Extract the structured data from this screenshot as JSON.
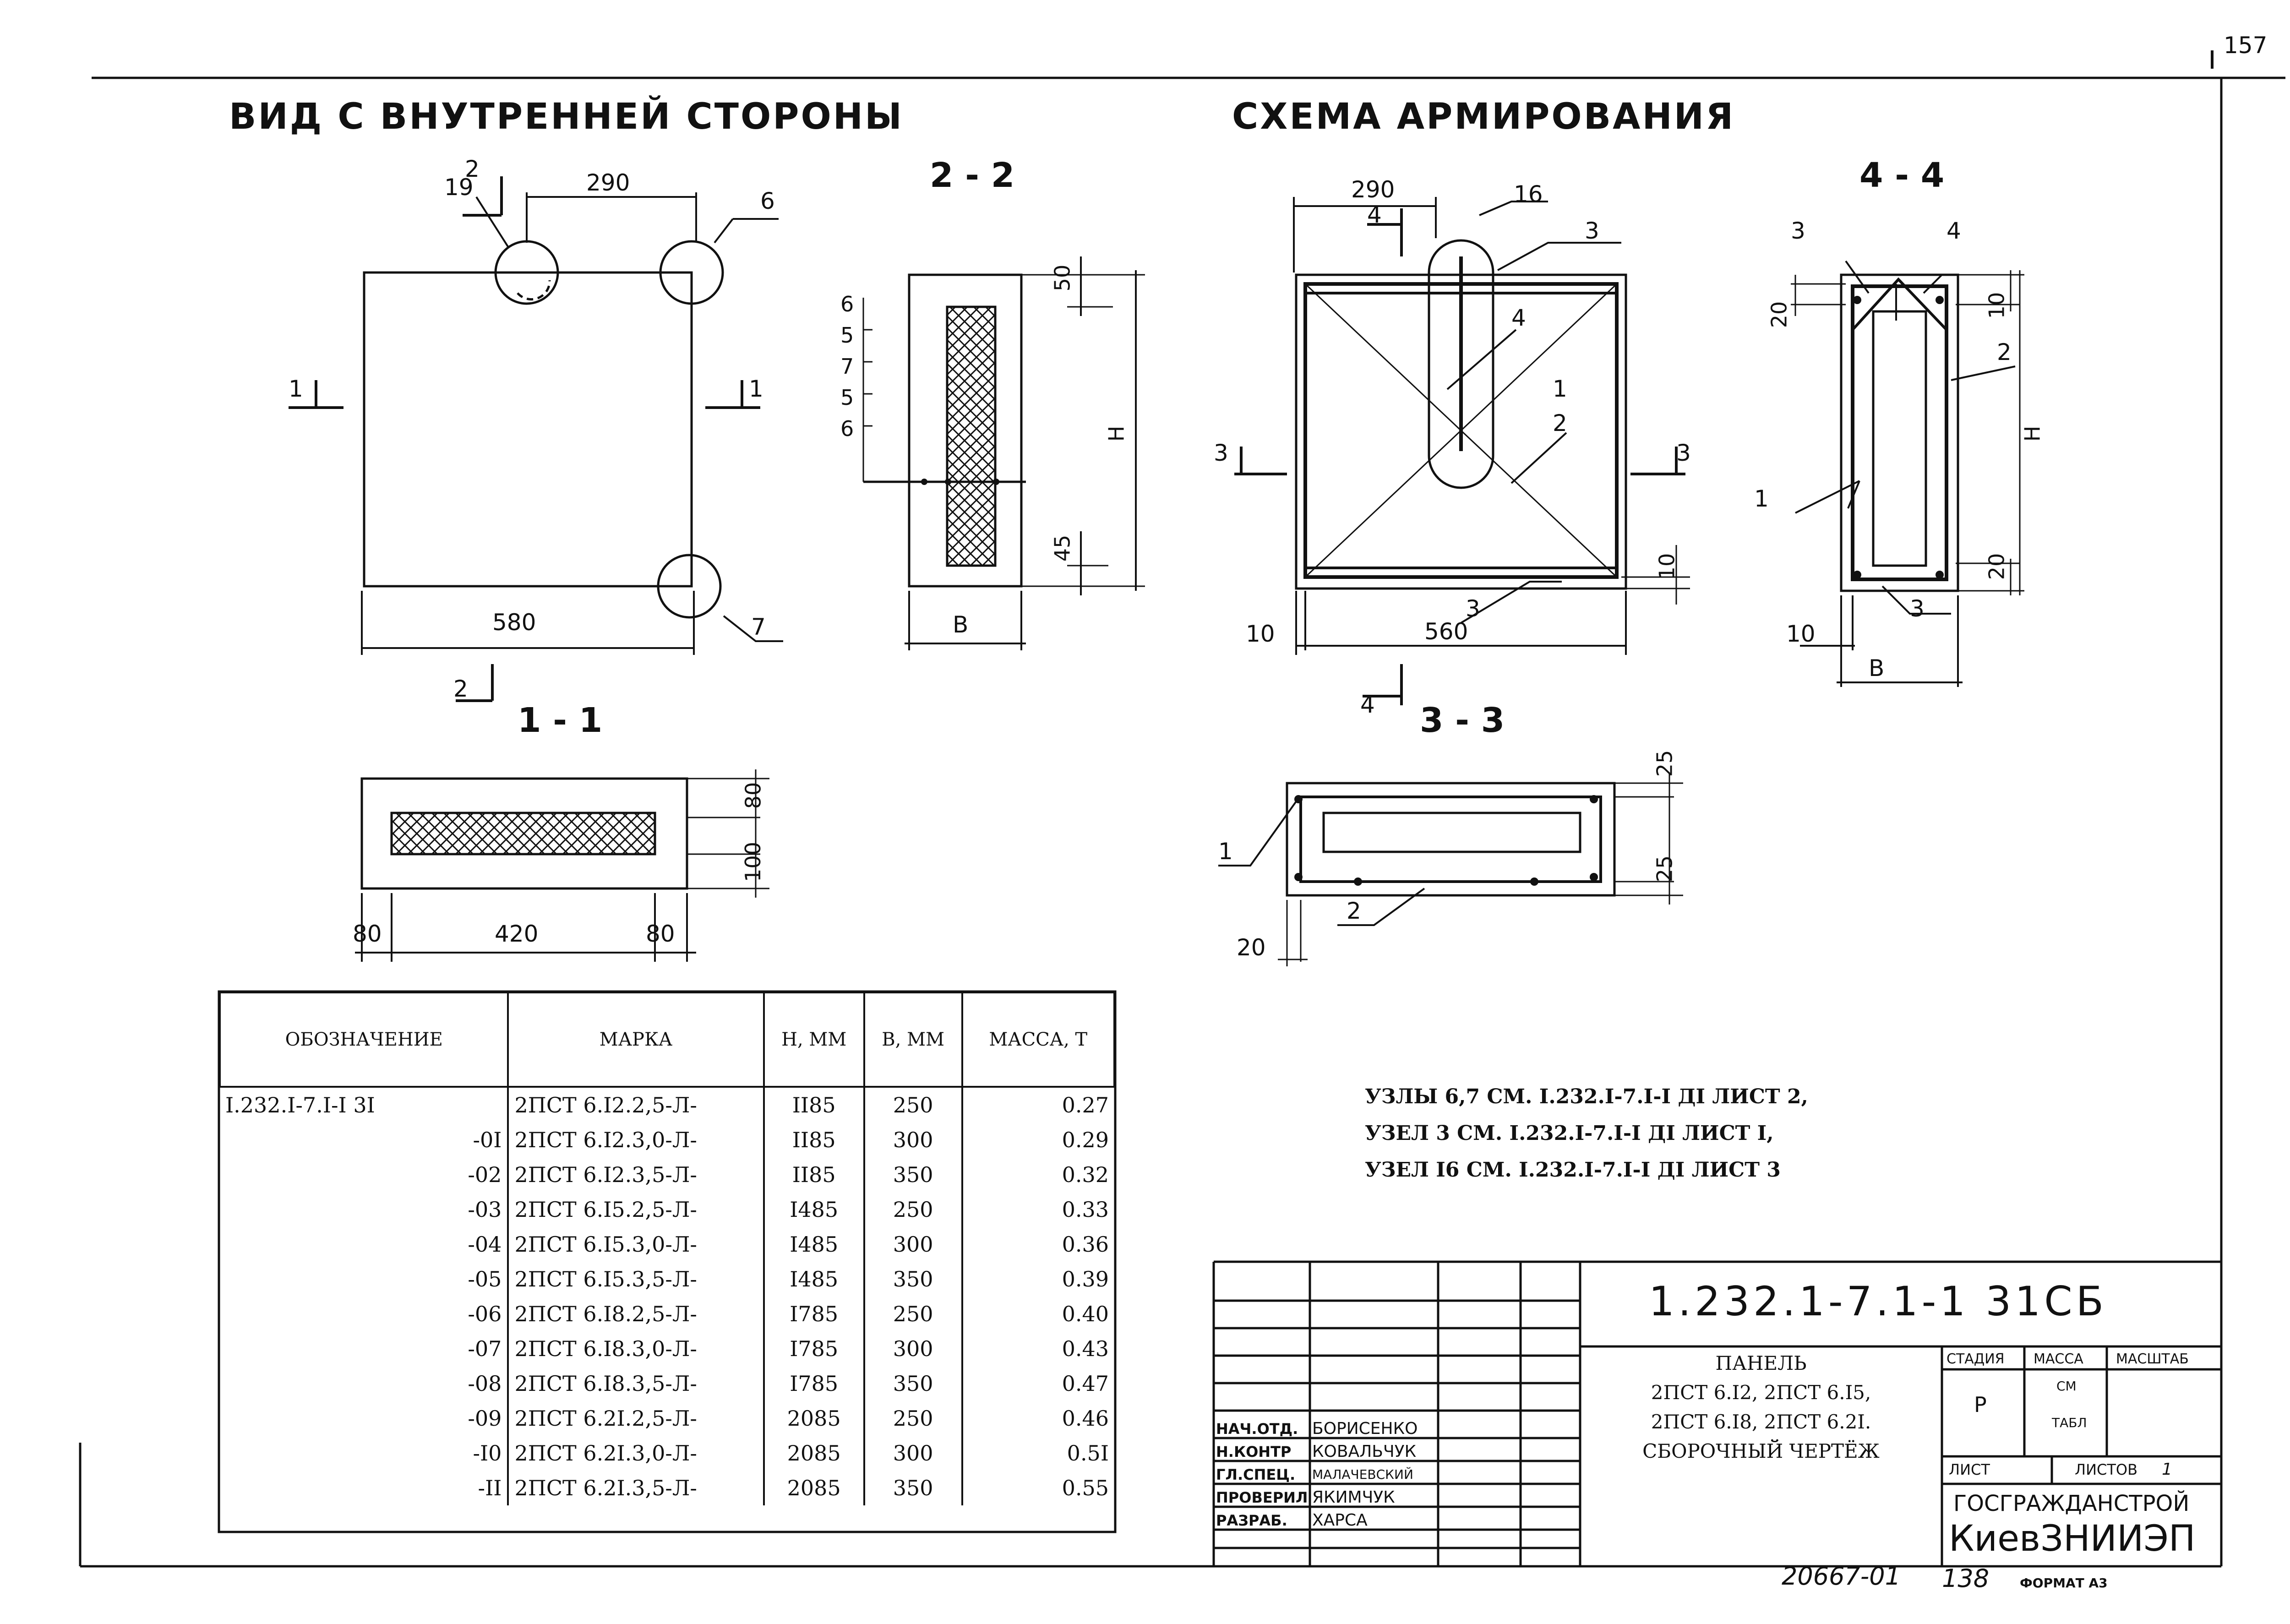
{
  "page_number": "157",
  "headings": {
    "inner_view": "ВИД С ВНУТРЕННЕЙ СТОРОНЫ",
    "reinforcement": "СХЕМА АРМИРОВАНИЯ"
  },
  "sections": {
    "s11": "1 - 1",
    "s22": "2 - 2",
    "s33": "3 - 3",
    "s44": "4 - 4"
  },
  "inner_view": {
    "dims": {
      "width": "580",
      "top": "290"
    },
    "markers": [
      "2",
      "2",
      "1",
      "1"
    ],
    "callouts": [
      "19",
      "6",
      "7"
    ]
  },
  "section_22": {
    "dims": {
      "top": "50",
      "bottom": "45",
      "height": "H",
      "width": "B"
    },
    "stack": [
      "6",
      "5",
      "7",
      "5",
      "6"
    ]
  },
  "section_11": {
    "dims": [
      "80",
      "100",
      "80",
      "420",
      "80"
    ]
  },
  "reinforcement": {
    "dims": {
      "top": "290",
      "width": "560",
      "left": "10",
      "bottom": "10"
    },
    "callouts": [
      "16",
      "3",
      "4",
      "1",
      "2",
      "3"
    ],
    "markers": [
      "4",
      "4",
      "3",
      "3"
    ]
  },
  "section_44": {
    "dims": {
      "d20a": "20",
      "d10": "10",
      "H": "H",
      "d20b": "20",
      "d10l": "10",
      "B": "B"
    },
    "callouts": [
      "3",
      "4",
      "2",
      "1",
      "3"
    ]
  },
  "section_33": {
    "dims": {
      "d25a": "25",
      "d25b": "25",
      "d20": "20"
    },
    "callouts": [
      "1",
      "2"
    ]
  },
  "spec_table": {
    "headers": [
      "ОБОЗНАЧЕНИЕ",
      "МАРКА",
      "Н, ММ",
      "В, ММ",
      "МАССА, Т"
    ],
    "rows": [
      [
        "I.232.I-7.I-I 3I",
        "2ПСТ 6.I2.2,5-Л-",
        "II85",
        "250",
        "0.27"
      ],
      [
        "-0I",
        "2ПСТ 6.I2.3,0-Л-",
        "II85",
        "300",
        "0.29"
      ],
      [
        "-02",
        "2ПСТ 6.I2.3,5-Л-",
        "II85",
        "350",
        "0.32"
      ],
      [
        "-03",
        "2ПСТ 6.I5.2,5-Л-",
        "I485",
        "250",
        "0.33"
      ],
      [
        "-04",
        "2ПСТ 6.I5.3,0-Л-",
        "I485",
        "300",
        "0.36"
      ],
      [
        "-05",
        "2ПСТ 6.I5.3,5-Л-",
        "I485",
        "350",
        "0.39"
      ],
      [
        "-06",
        "2ПСТ 6.I8.2,5-Л-",
        "I785",
        "250",
        "0.40"
      ],
      [
        "-07",
        "2ПСТ 6.I8.3,0-Л-",
        "I785",
        "300",
        "0.43"
      ],
      [
        "-08",
        "2ПСТ 6.I8.3,5-Л-",
        "I785",
        "350",
        "0.47"
      ],
      [
        "-09",
        "2ПСТ 6.2I.2,5-Л-",
        "2085",
        "250",
        "0.46"
      ],
      [
        "-I0",
        "2ПСТ 6.2I.3,0-Л-",
        "2085",
        "300",
        "0.5I"
      ],
      [
        "-II",
        "2ПСТ 6.2I.3,5-Л-",
        "2085",
        "350",
        "0.55"
      ]
    ]
  },
  "notes": [
    "УЗЛЫ 6,7 СМ. I.232.I-7.I-I ДI ЛИСТ 2,",
    "УЗЕЛ 3 СМ. I.232.I-7.I-I ДI ЛИСТ I,",
    "УЗЕЛ I6 СМ. I.232.I-7.I-I ДI ЛИСТ 3"
  ],
  "title_block": {
    "code": "1.232.1-7.1-1 31СБ",
    "roles": [
      "НАЧ.ОТД.",
      "Н.КОНТР",
      "ГЛ.СПЕЦ.",
      "ПРОВЕРИЛ",
      "РАЗРАБ."
    ],
    "names": [
      "БОРИСЕНКО",
      "КОВАЛЬЧУК",
      "МАЛАЧЕВСКИЙ",
      "ЯКИМЧУК",
      "ХАРСА"
    ],
    "title_lines": [
      "ПАНЕЛЬ",
      "2ПСТ 6.I2, 2ПСТ 6.I5,",
      "2ПСТ 6.I8, 2ПСТ 6.2I.",
      "СБОРОЧНЫЙ ЧЕРТЁЖ"
    ],
    "stage_label": "СТАДИЯ",
    "mass_label": "МАССА",
    "scale_label": "МАСШТАБ",
    "stage": "Р",
    "mass_value_1": "СМ",
    "mass_value_2": "ТАБЛ",
    "sheet_label": "ЛИСТ",
    "sheets_label": "ЛИСТОВ",
    "sheets": "1",
    "org1": "ГОСГРАЖДАНСТРОЙ",
    "org2": "КиевЗНИИЭП"
  },
  "footer": {
    "inventory": "20667-01",
    "sheet_no": "138",
    "format": "ФОРМАТ А3"
  }
}
